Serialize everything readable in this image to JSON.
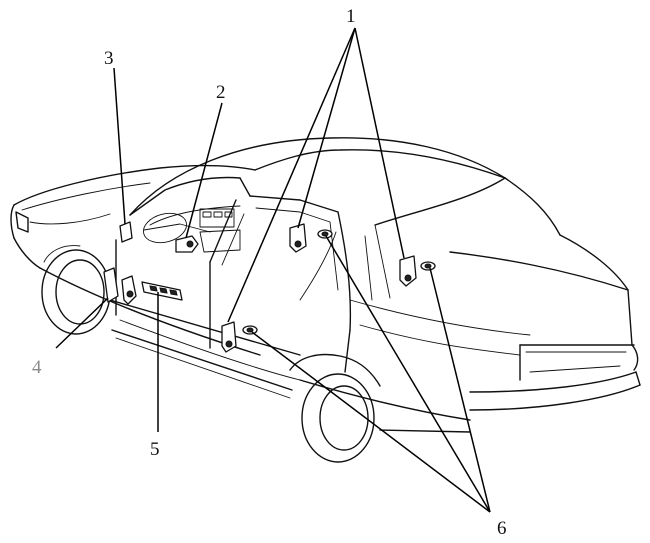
{
  "callouts": [
    {
      "id": "1",
      "label": "1"
    },
    {
      "id": "2",
      "label": "2"
    },
    {
      "id": "3",
      "label": "3"
    },
    {
      "id": "4",
      "label": "4"
    },
    {
      "id": "5",
      "label": "5"
    },
    {
      "id": "6",
      "label": "6"
    }
  ],
  "colors": {
    "line": "#111111",
    "callout_4": "#8a8a8a",
    "background": "#ffffff"
  }
}
